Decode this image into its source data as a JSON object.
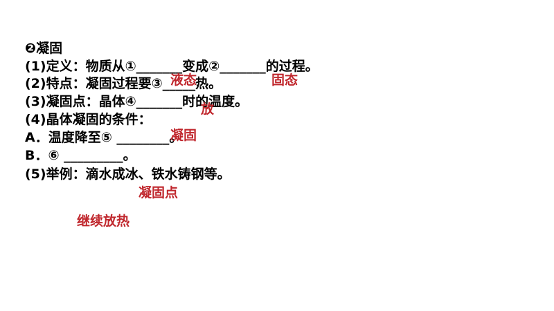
{
  "lines": [
    "❷凝固",
    "(1)定义：物质从①_______变成②_______的过程。",
    "(2)特点：凝固过程要③_____热。",
    "(3)凝固点：晶体④_______时的温度。",
    "(4)晶体凝固的条件：",
    "A．温度降至⑤ ________。",
    "B．⑥ _________。",
    "(5)举例：滴水成冰、铁水铸钢等。"
  ],
  "answers": {
    "a1": "液态",
    "a2": "固态",
    "a3": "放",
    "a4": "凝固",
    "a5": "凝固点",
    "a6": "继续放热"
  },
  "colors": {
    "text": "#000000",
    "answer": "#c0272d",
    "background": "#ffffff"
  }
}
